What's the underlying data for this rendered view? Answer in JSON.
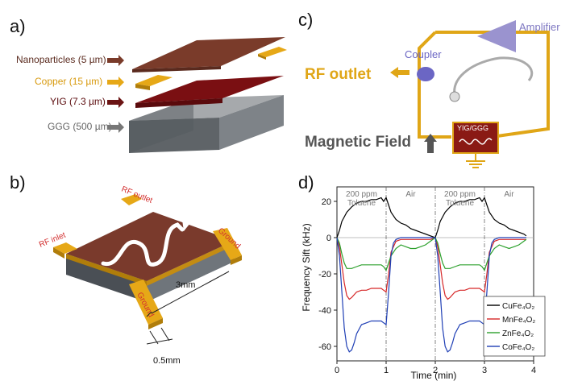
{
  "panels": {
    "a": "a)",
    "b": "b)",
    "c": "c)",
    "d": "d)"
  },
  "panel_a": {
    "layers": [
      {
        "label": "Nanoparticles (5 µm)",
        "color": "#7a3b2a",
        "arrow_color": "#7a3b2a"
      },
      {
        "label": "Copper (15 µm)",
        "color": "#e6a817",
        "arrow_color": "#e6a817"
      },
      {
        "label": "YIG (7.3 µm)",
        "color": "#7a0f12",
        "arrow_color": "#6b1414"
      },
      {
        "label": "GGG (500 µm)",
        "color": "#888888",
        "arrow_color": "#777777"
      }
    ]
  },
  "panel_b": {
    "rf_inlet": "RF inlet",
    "rf_outlet": "RF outlet",
    "ground_left": "Ground",
    "ground_right": "Ground",
    "dim_length": "3mm",
    "dim_width": "0.5mm"
  },
  "panel_c": {
    "amplifier": "Amplifier",
    "coupler": "Coupler",
    "rf_outlet": "RF outlet",
    "magnetic_field": "Magnetic Field",
    "chip_label": "YIG/GGG"
  },
  "chart_data": {
    "type": "line",
    "xlabel": "Time (min)",
    "ylabel": "Frequency Sift (kHz)",
    "xlim": [
      0,
      4
    ],
    "ylim": [
      -68,
      28
    ],
    "xticks": [
      "0",
      "1",
      "2",
      "3",
      "4"
    ],
    "yticks": [
      "20",
      "0",
      "-20",
      "-40",
      "-60"
    ],
    "annotations": [
      {
        "text": "200 ppm",
        "x": 0.5
      },
      {
        "text": "Toluene",
        "x": 0.5
      },
      {
        "text": "Air",
        "x": 1.5
      },
      {
        "text": "200 ppm",
        "x": 2.5
      },
      {
        "text": "Toluene",
        "x": 2.5
      },
      {
        "text": "Air",
        "x": 3.5
      }
    ],
    "vlines": [
      1,
      2,
      3
    ],
    "legend_position": "bottom-right",
    "series": [
      {
        "name": "CuFe₄O₂",
        "color": "#000000",
        "x": [
          0,
          0.05,
          0.1,
          0.2,
          0.3,
          0.4,
          0.5,
          0.6,
          0.7,
          0.8,
          0.9,
          0.95,
          1.0,
          1.05,
          1.1,
          1.2,
          1.3,
          1.4,
          1.5,
          1.6,
          1.7,
          1.8,
          1.9,
          2.0,
          2.05,
          2.1,
          2.2,
          2.3,
          2.4,
          2.5,
          2.6,
          2.7,
          2.8,
          2.9,
          2.95,
          3.0,
          3.05,
          3.1,
          3.2,
          3.3,
          3.4,
          3.5,
          3.6,
          3.7,
          3.8,
          3.85
        ],
        "y": [
          0,
          4,
          9,
          14,
          17,
          19,
          20,
          20,
          21,
          21,
          22,
          20,
          22,
          18,
          14,
          10,
          8,
          7,
          5,
          4,
          3,
          2,
          1,
          0,
          4,
          9,
          14,
          17,
          19,
          20,
          20,
          21,
          21,
          22,
          20,
          22,
          18,
          14,
          10,
          8,
          7,
          5,
          4,
          3,
          2,
          1
        ]
      },
      {
        "name": "MnFe₄O₂",
        "color": "#d62728",
        "x": [
          0,
          0.05,
          0.1,
          0.15,
          0.2,
          0.25,
          0.3,
          0.4,
          0.5,
          0.6,
          0.7,
          0.8,
          0.9,
          0.95,
          1.0,
          1.05,
          1.1,
          1.2,
          1.3,
          1.4,
          1.5,
          1.6,
          1.7,
          1.8,
          1.9,
          2.0,
          2.05,
          2.1,
          2.15,
          2.2,
          2.25,
          2.3,
          2.4,
          2.5,
          2.6,
          2.7,
          2.8,
          2.9,
          2.95,
          3.0,
          3.05,
          3.1,
          3.2,
          3.3,
          3.5,
          3.7,
          3.85
        ],
        "y": [
          0,
          -5,
          -15,
          -25,
          -32,
          -34,
          -33,
          -30,
          -29,
          -29,
          -28,
          -28,
          -28,
          -29,
          -30,
          -20,
          -8,
          -2,
          -1,
          -1,
          -1,
          -1,
          -1,
          -1,
          -1,
          0,
          -5,
          -15,
          -25,
          -32,
          -34,
          -33,
          -30,
          -29,
          -29,
          -28,
          -28,
          -28,
          -29,
          -30,
          -20,
          -8,
          -2,
          -1,
          -1,
          -1,
          -1
        ]
      },
      {
        "name": "ZnFe₄O₂",
        "color": "#2ca02c",
        "x": [
          0,
          0.05,
          0.1,
          0.15,
          0.2,
          0.3,
          0.4,
          0.5,
          0.6,
          0.7,
          0.8,
          0.9,
          0.95,
          1.0,
          1.05,
          1.1,
          1.2,
          1.3,
          1.4,
          1.5,
          1.6,
          1.7,
          1.8,
          1.9,
          2.0,
          2.05,
          2.1,
          2.15,
          2.2,
          2.3,
          2.4,
          2.5,
          2.6,
          2.7,
          2.8,
          2.9,
          2.95,
          3.0,
          3.05,
          3.1,
          3.2,
          3.3,
          3.4,
          3.5,
          3.6,
          3.7,
          3.8,
          3.85
        ],
        "y": [
          0,
          -3,
          -9,
          -14,
          -17,
          -17,
          -16,
          -15,
          -15,
          -15,
          -15,
          -15,
          -16,
          -18,
          -14,
          -10,
          -6,
          -4,
          -5,
          -6,
          -6,
          -5,
          -4,
          -2,
          0,
          -3,
          -9,
          -14,
          -17,
          -17,
          -16,
          -15,
          -15,
          -15,
          -15,
          -15,
          -16,
          -18,
          -14,
          -10,
          -6,
          -4,
          -5,
          -6,
          -5,
          -4,
          -2,
          -1
        ]
      },
      {
        "name": "CoFe₄O₂",
        "color": "#1f3fb5",
        "x": [
          0,
          0.05,
          0.1,
          0.15,
          0.2,
          0.25,
          0.3,
          0.35,
          0.4,
          0.5,
          0.6,
          0.7,
          0.8,
          0.9,
          0.95,
          1.0,
          1.05,
          1.1,
          1.15,
          1.2,
          1.3,
          1.5,
          1.7,
          1.9,
          2.0,
          2.05,
          2.1,
          2.15,
          2.2,
          2.25,
          2.3,
          2.35,
          2.4,
          2.5,
          2.6,
          2.7,
          2.8,
          2.9,
          2.95,
          3.0,
          3.05,
          3.1,
          3.15,
          3.2,
          3.3,
          3.5,
          3.7,
          3.85
        ],
        "y": [
          0,
          -10,
          -30,
          -50,
          -60,
          -63,
          -62,
          -58,
          -53,
          -48,
          -47,
          -46,
          -46,
          -46,
          -47,
          -48,
          -30,
          -10,
          -3,
          -1,
          0,
          0,
          0,
          0,
          0,
          -10,
          -30,
          -50,
          -60,
          -63,
          -62,
          -58,
          -53,
          -48,
          -47,
          -46,
          -46,
          -46,
          -47,
          -48,
          -30,
          -10,
          -3,
          -1,
          0,
          0,
          0,
          0
        ]
      }
    ]
  }
}
